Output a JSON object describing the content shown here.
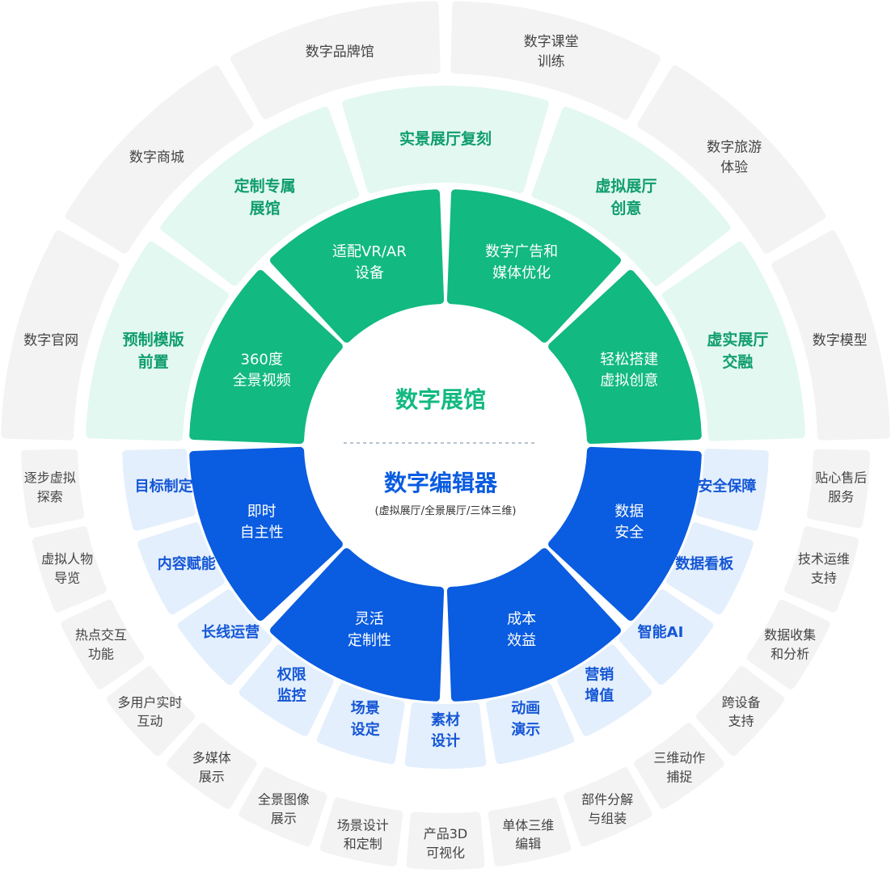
{
  "center": {
    "top_title": "数字展馆",
    "bottom_title": "数字编辑器",
    "bottom_subtitle": "(虚拟展厅/全景展厅/三体三维)"
  },
  "inner_ring": [
    [
      "适配VR/AR",
      "设备"
    ],
    [
      "数字广告和",
      "媒体优化"
    ],
    [
      "轻松搭建",
      "虚拟创意"
    ],
    [
      "数据",
      "安全"
    ],
    [
      "成本",
      "效益"
    ],
    [
      "灵活",
      "定制性"
    ],
    [
      "即时",
      "自主性"
    ],
    [
      "360度",
      "全景视频"
    ]
  ],
  "middle_ring_green": [
    [
      "预制模版",
      "前置"
    ],
    [
      "定制专属",
      "展馆"
    ],
    [
      "实景展厅复刻"
    ],
    [
      "虚拟展厅",
      "创意"
    ],
    [
      "虚实展厅",
      "交融"
    ]
  ],
  "middle_ring_blue": [
    [
      "安全保障"
    ],
    [
      "数据看板"
    ],
    [
      "智能AI"
    ],
    [
      "营销",
      "增值"
    ],
    [
      "动画",
      "演示"
    ],
    [
      "素材",
      "设计"
    ],
    [
      "场景",
      "设定"
    ],
    [
      "权限",
      "监控"
    ],
    [
      "长线运营"
    ],
    [
      "内容赋能"
    ],
    [
      "目标制定"
    ]
  ],
  "outer_ring_top": [
    [
      "数字官网"
    ],
    [
      "数字商城"
    ],
    [
      "数字品牌馆"
    ],
    [
      "数字课堂",
      "训练"
    ],
    [
      "数字旅游",
      "体验"
    ],
    [
      "数字模型"
    ]
  ],
  "outer_ring_bottom": [
    [
      "贴心售后",
      "服务"
    ],
    [
      "技术运维",
      "支持"
    ],
    [
      "数据收集",
      "和分析"
    ],
    [
      "跨设备",
      "支持"
    ],
    [
      "三维动作",
      "捕捉"
    ],
    [
      "部件分解",
      "与组装"
    ],
    [
      "单体三维",
      "编辑"
    ],
    [
      "产品3D",
      "可视化"
    ],
    [
      "场景设计",
      "和定制"
    ],
    [
      "全景图像",
      "展示"
    ],
    [
      "多媒体",
      "展示"
    ],
    [
      "多用户实时",
      "互动"
    ],
    [
      "热点交互",
      "功能"
    ],
    [
      "虚拟人物",
      "导览"
    ],
    [
      "逐步虚拟",
      "探索"
    ]
  ],
  "colors": {
    "inner_green": "#12b981",
    "inner_blue": "#0a5ce0",
    "middle_green_fill": "#e3f8f0",
    "middle_green_text": "#0f9d6e",
    "middle_blue_fill": "#e3effc",
    "middle_blue_text": "#1456d6",
    "outer_fill": "#f3f3f3",
    "outer_text": "#444444",
    "divider": "#b7c3cf"
  }
}
